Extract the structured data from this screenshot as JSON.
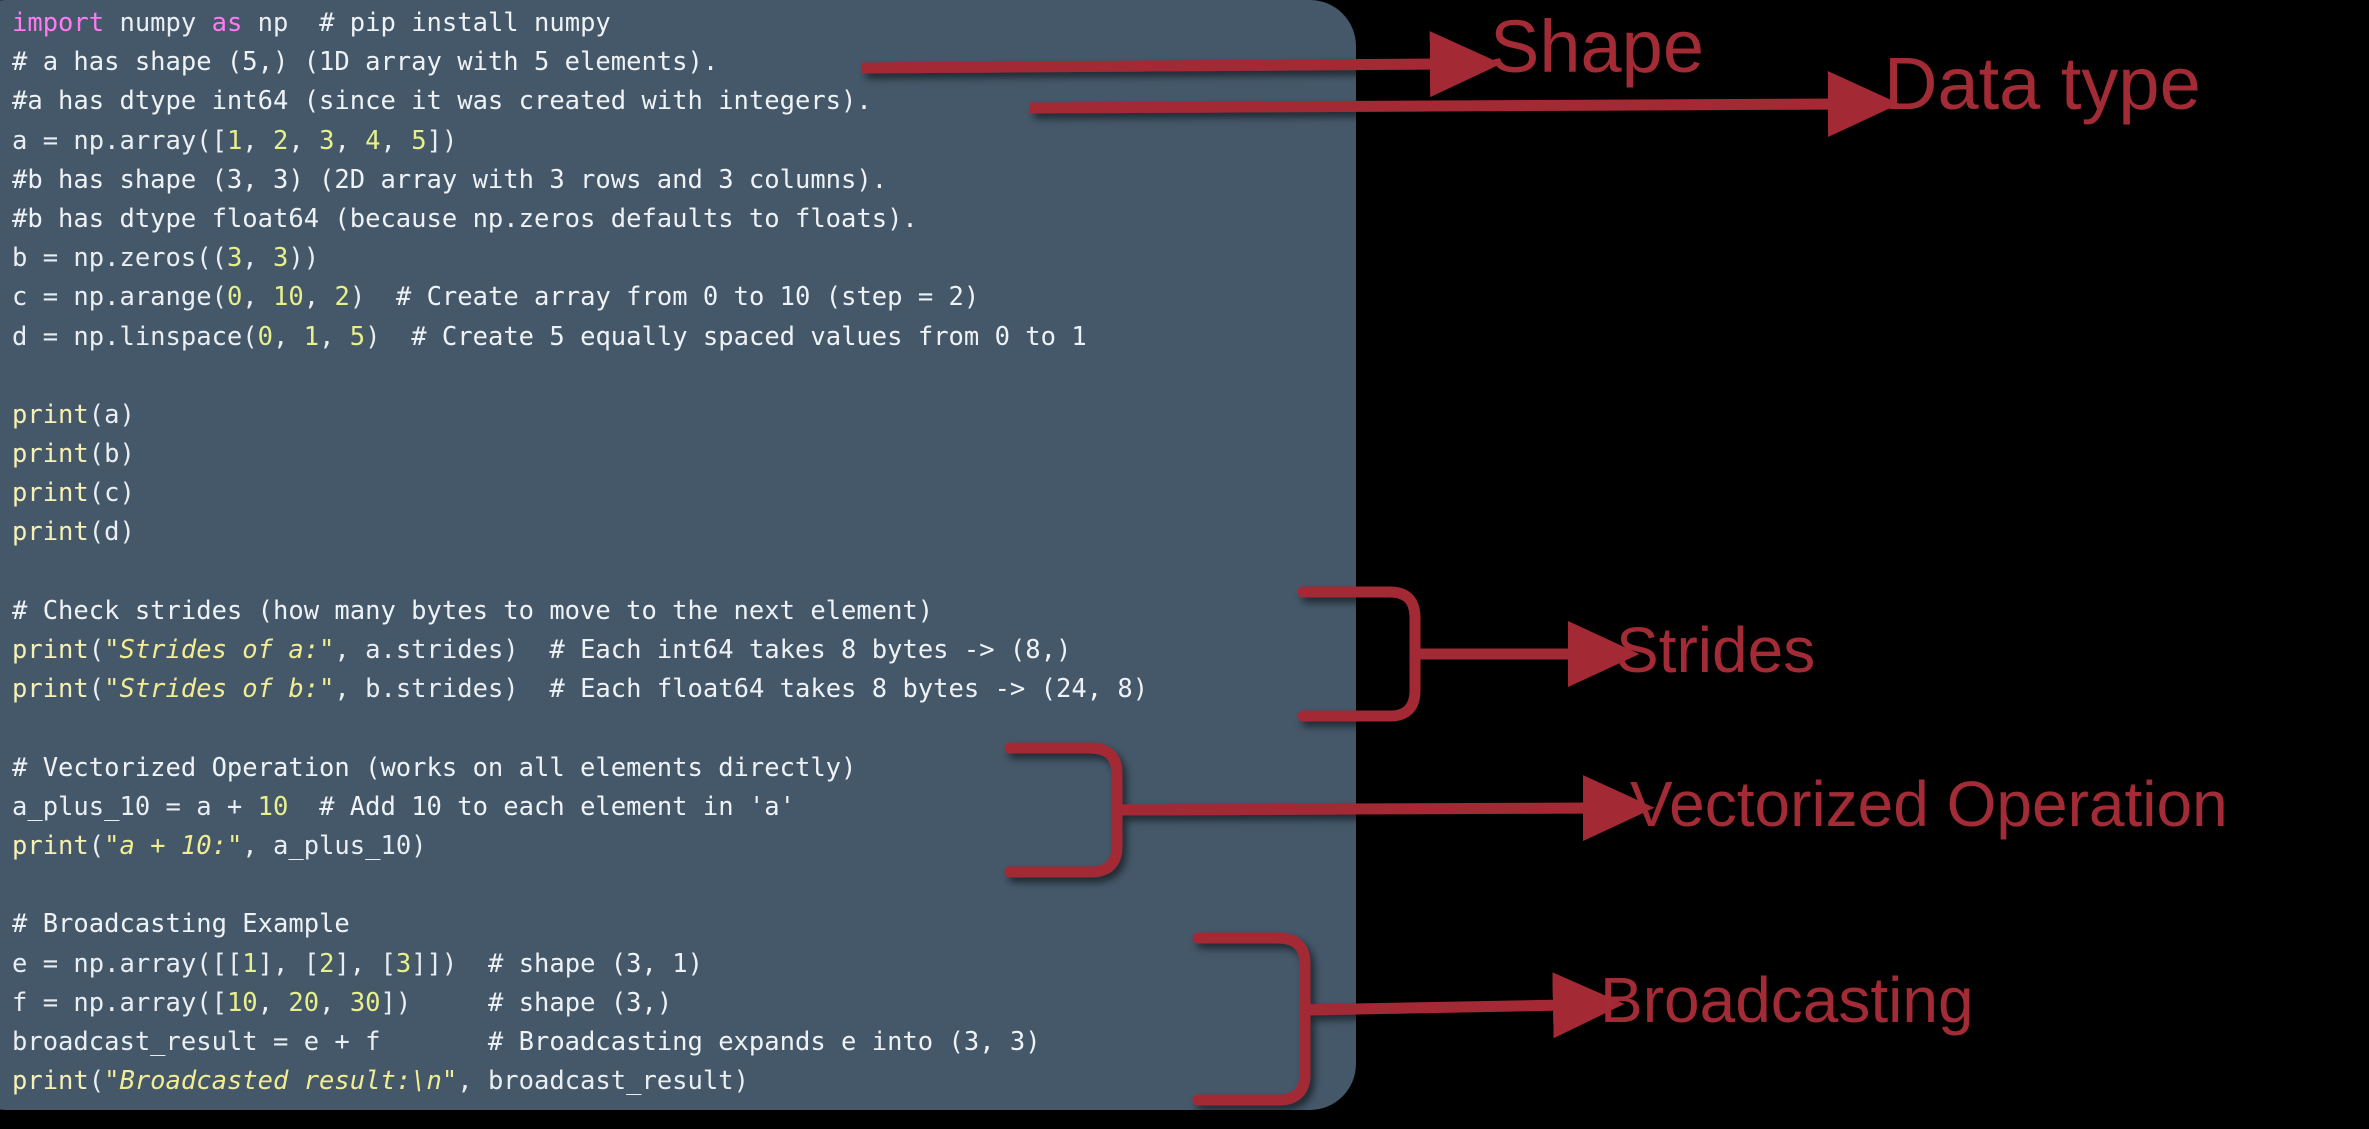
{
  "panel": {
    "background_color": "#44586a",
    "name": "python-code-block"
  },
  "annotation_color": "#a32b35",
  "code": {
    "lines": [
      [
        {
          "t": "import",
          "c": "kw"
        },
        {
          "t": " numpy ",
          "c": "name"
        },
        {
          "t": "as",
          "c": "kw"
        },
        {
          "t": " np  ",
          "c": "name"
        },
        {
          "t": "# pip install numpy",
          "c": "com"
        }
      ],
      [
        {
          "t": "# a has shape (5,) (1D array with 5 elements).",
          "c": "com"
        }
      ],
      [
        {
          "t": "#a has dtype int64 (since it was created with integers).",
          "c": "com"
        }
      ],
      [
        {
          "t": "a = np.array([",
          "c": "plain"
        },
        {
          "t": "1",
          "c": "num"
        },
        {
          "t": ", ",
          "c": "plain"
        },
        {
          "t": "2",
          "c": "num"
        },
        {
          "t": ", ",
          "c": "plain"
        },
        {
          "t": "3",
          "c": "num"
        },
        {
          "t": ", ",
          "c": "plain"
        },
        {
          "t": "4",
          "c": "num"
        },
        {
          "t": ", ",
          "c": "plain"
        },
        {
          "t": "5",
          "c": "num"
        },
        {
          "t": "])",
          "c": "plain"
        }
      ],
      [
        {
          "t": "#b has shape (3, 3) (2D array with 3 rows and 3 columns).",
          "c": "com"
        }
      ],
      [
        {
          "t": "#b has dtype float64 (because np.zeros defaults to floats).",
          "c": "com"
        }
      ],
      [
        {
          "t": "b = np.zeros((",
          "c": "plain"
        },
        {
          "t": "3",
          "c": "num"
        },
        {
          "t": ", ",
          "c": "plain"
        },
        {
          "t": "3",
          "c": "num"
        },
        {
          "t": "))",
          "c": "plain"
        }
      ],
      [
        {
          "t": "c = np.arange(",
          "c": "plain"
        },
        {
          "t": "0",
          "c": "num"
        },
        {
          "t": ", ",
          "c": "plain"
        },
        {
          "t": "10",
          "c": "num"
        },
        {
          "t": ", ",
          "c": "plain"
        },
        {
          "t": "2",
          "c": "num"
        },
        {
          "t": ")  ",
          "c": "plain"
        },
        {
          "t": "# Create array from 0 to 10 (step = 2)",
          "c": "com"
        }
      ],
      [
        {
          "t": "d = np.linspace(",
          "c": "plain"
        },
        {
          "t": "0",
          "c": "num"
        },
        {
          "t": ", ",
          "c": "plain"
        },
        {
          "t": "1",
          "c": "num"
        },
        {
          "t": ", ",
          "c": "plain"
        },
        {
          "t": "5",
          "c": "num"
        },
        {
          "t": ")  ",
          "c": "plain"
        },
        {
          "t": "# Create 5 equally spaced values from 0 to 1",
          "c": "com"
        }
      ],
      [],
      [
        {
          "t": "print",
          "c": "fn"
        },
        {
          "t": "(a)",
          "c": "plain"
        }
      ],
      [
        {
          "t": "print",
          "c": "fn"
        },
        {
          "t": "(b)",
          "c": "plain"
        }
      ],
      [
        {
          "t": "print",
          "c": "fn"
        },
        {
          "t": "(c)",
          "c": "plain"
        }
      ],
      [
        {
          "t": "print",
          "c": "fn"
        },
        {
          "t": "(d)",
          "c": "plain"
        }
      ],
      [],
      [
        {
          "t": "# Check strides (how many bytes to move to the next element)",
          "c": "com"
        }
      ],
      [
        {
          "t": "print",
          "c": "fn"
        },
        {
          "t": "(",
          "c": "plain"
        },
        {
          "t": "\"Strides of a:\"",
          "c": "str"
        },
        {
          "t": ", a.strides)  ",
          "c": "plain"
        },
        {
          "t": "# Each int64 takes 8 bytes -> (8,)",
          "c": "com"
        }
      ],
      [
        {
          "t": "print",
          "c": "fn"
        },
        {
          "t": "(",
          "c": "plain"
        },
        {
          "t": "\"Strides of b:\"",
          "c": "str"
        },
        {
          "t": ", b.strides)  ",
          "c": "plain"
        },
        {
          "t": "# Each float64 takes 8 bytes -> (24, 8)",
          "c": "com"
        }
      ],
      [],
      [
        {
          "t": "# Vectorized Operation (works on all elements directly)",
          "c": "com"
        }
      ],
      [
        {
          "t": "a_plus_10 = a + ",
          "c": "plain"
        },
        {
          "t": "10",
          "c": "num"
        },
        {
          "t": "  ",
          "c": "plain"
        },
        {
          "t": "# Add 10 to each element in 'a'",
          "c": "com"
        }
      ],
      [
        {
          "t": "print",
          "c": "fn"
        },
        {
          "t": "(",
          "c": "plain"
        },
        {
          "t": "\"a + 10:\"",
          "c": "str"
        },
        {
          "t": ", a_plus_10)",
          "c": "plain"
        }
      ],
      [],
      [
        {
          "t": "# Broadcasting Example",
          "c": "com"
        }
      ],
      [
        {
          "t": "e = np.array([[",
          "c": "plain"
        },
        {
          "t": "1",
          "c": "num"
        },
        {
          "t": "], [",
          "c": "plain"
        },
        {
          "t": "2",
          "c": "num"
        },
        {
          "t": "], [",
          "c": "plain"
        },
        {
          "t": "3",
          "c": "num"
        },
        {
          "t": "]])  ",
          "c": "plain"
        },
        {
          "t": "# shape (3, 1)",
          "c": "com"
        }
      ],
      [
        {
          "t": "f = np.array([",
          "c": "plain"
        },
        {
          "t": "10",
          "c": "num"
        },
        {
          "t": ", ",
          "c": "plain"
        },
        {
          "t": "20",
          "c": "num"
        },
        {
          "t": ", ",
          "c": "plain"
        },
        {
          "t": "30",
          "c": "num"
        },
        {
          "t": "])     ",
          "c": "plain"
        },
        {
          "t": "# shape (3,)",
          "c": "com"
        }
      ],
      [
        {
          "t": "broadcast_result = e + f       ",
          "c": "plain"
        },
        {
          "t": "# Broadcasting expands e into (3, 3)",
          "c": "com"
        }
      ],
      [
        {
          "t": "print",
          "c": "fn"
        },
        {
          "t": "(",
          "c": "plain"
        },
        {
          "t": "\"Broadcasted result:\\n\"",
          "c": "str"
        },
        {
          "t": ", broadcast_result)",
          "c": "plain"
        }
      ]
    ]
  },
  "annotations": [
    {
      "id": "shape",
      "label": "Shape",
      "type": "arrow"
    },
    {
      "id": "dtype",
      "label": "Data type",
      "type": "arrow"
    },
    {
      "id": "strides",
      "label": "Strides",
      "type": "brace-arrow"
    },
    {
      "id": "vectorized",
      "label": "Vectorized Operation",
      "type": "brace-arrow"
    },
    {
      "id": "broadcast",
      "label": "Broadcasting",
      "type": "brace-arrow"
    }
  ]
}
